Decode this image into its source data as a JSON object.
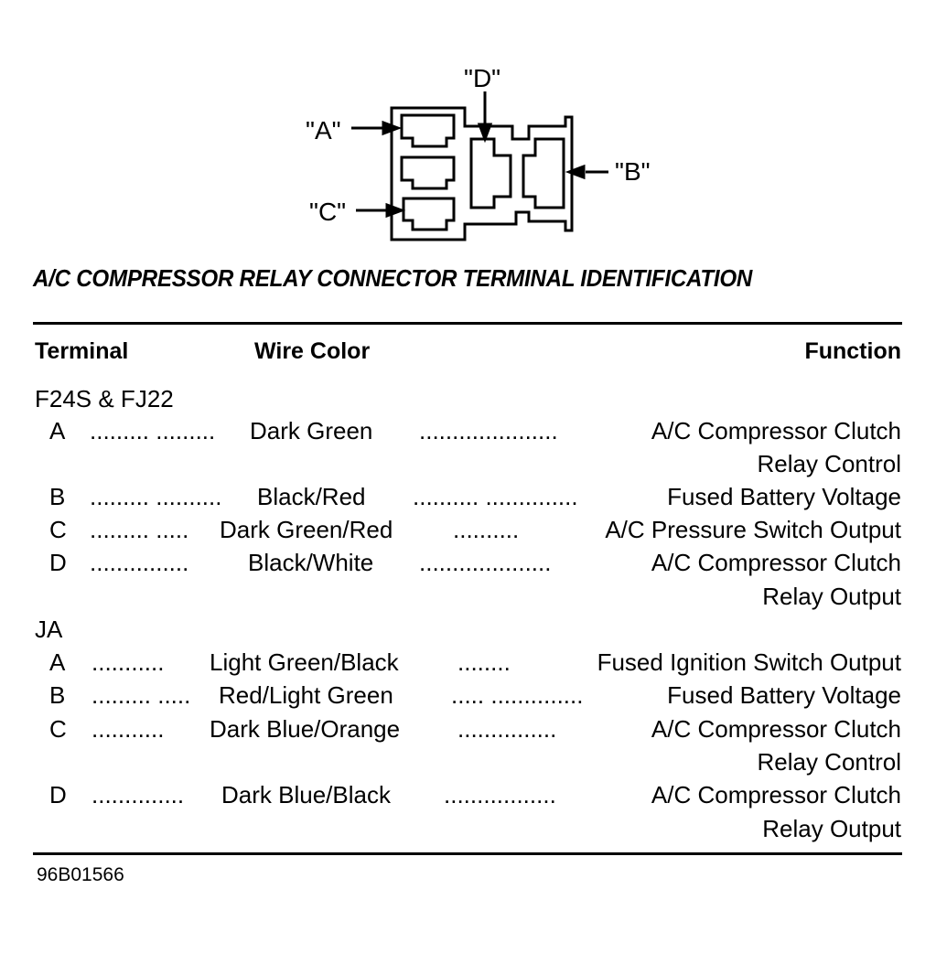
{
  "diagram": {
    "labels": {
      "a": "\"A\"",
      "b": "\"B\"",
      "c": "\"C\"",
      "d": "\"D\""
    }
  },
  "title": "A/C COMPRESSOR RELAY CONNECTOR TERMINAL IDENTIFICATION",
  "headers": {
    "terminal": "Terminal",
    "wire_color": "Wire Color",
    "function": "Function"
  },
  "groups": [
    {
      "name": "F24S & FJ22",
      "rows": [
        {
          "terminal": "A",
          "dots1": "......... .........",
          "wire": "Dark Green",
          "dots2": "..................... ",
          "function": "A/C Compressor Clutch",
          "function2": "Relay Control"
        },
        {
          "terminal": "B",
          "dots1": "......... ..........",
          "wire": "Black/Red",
          "dots2": ".......... ..............",
          "function": "Fused Battery Voltage"
        },
        {
          "terminal": "C",
          "dots1": "......... .....",
          "wire": "Dark Green/Red",
          "dots2": "..........",
          "function": "A/C Pressure Switch Output"
        },
        {
          "terminal": "D",
          "dots1": "...............",
          "wire": "Black/White",
          "dots2": "....................",
          "function": "A/C Compressor Clutch",
          "function2": "Relay Output"
        }
      ]
    },
    {
      "name": "JA",
      "rows": [
        {
          "terminal": "A",
          "dots1": "...........",
          "wire": "Light Green/Black",
          "dots2": "........",
          "function": "Fused Ignition Switch Output"
        },
        {
          "terminal": "B",
          "dots1": "......... .....",
          "wire": "Red/Light Green",
          "dots2": "..... ..............",
          "function": "Fused Battery Voltage"
        },
        {
          "terminal": "C",
          "dots1": "...........",
          "wire": "Dark Blue/Orange",
          "dots2": "...............",
          "function": "A/C Compressor Clutch",
          "function2": "Relay Control"
        },
        {
          "terminal": "D",
          "dots1": "..............",
          "wire": "Dark Blue/Black",
          "dots2": ".................",
          "function": "A/C Compressor Clutch",
          "function2": "Relay Output"
        }
      ]
    }
  ],
  "figure_code": "96B01566"
}
